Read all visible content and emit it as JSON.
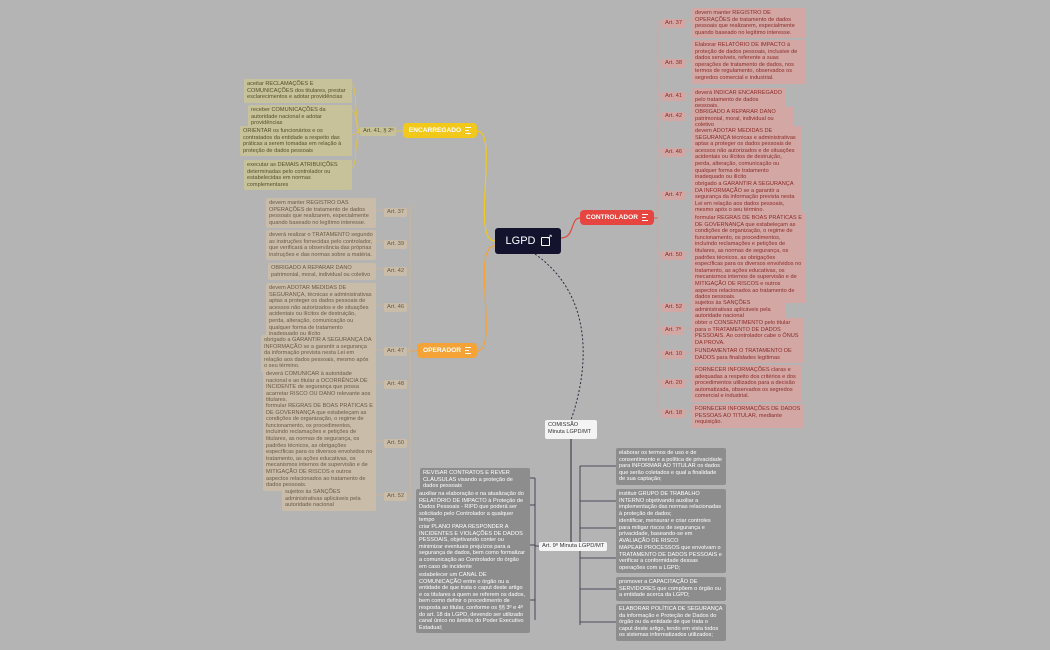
{
  "root": {
    "title": "LGPD",
    "icon": "external-link-icon"
  },
  "encarregado": {
    "label": "ENCARREGADO",
    "article": "Art. 41, § 2º",
    "items": [
      "aceitar RECLAMAÇÕES E COMUNICAÇÕES dos titulares, prestar esclarecimentos e adotar providências",
      "receber COMUNICAÇÕES da autoridade nacional e adotar providências",
      "ORIENTAR os funcionários e os contratados da entidade a respeito das práticas a serem tomadas em relação à proteção de dados pessoais",
      "executar as DEMAIS ATRIBUIÇÕES determinadas pelo controlador ou estabelecidas em normas complementares"
    ]
  },
  "operador": {
    "label": "OPERADOR",
    "items": [
      {
        "article": "Art. 37",
        "text": "devem manter REGISTRO DAS OPERAÇÕES de tratamento de dados pessoais que realizarem, especialmente quando baseado no legítimo interesse."
      },
      {
        "article": "Art. 39",
        "text": "deverá realizar o TRATAMENTO segundo as instruções fornecidas pelo controlador, que verificará a observância das próprias instruções e das normas sobre a matéria."
      },
      {
        "article": "Art. 42",
        "text": "OBRIGADO A REPARAR DANO patrimonial, moral, individual ou coletivo"
      },
      {
        "article": "Art. 46",
        "text": "devem ADOTAR MEDIDAS DE SEGURANÇA, técnicas e administrativas aptas a proteger os dados pessoais de acessos não autorizados e de situações acidentais ou ilícitos de destruição, perda, alteração, comunicação ou qualquer forma de tratamento inadequado ou ilícito"
      },
      {
        "article": "Art. 47",
        "text": "obrigado a GARANTIR A SEGURANÇA DA INFORMAÇÃO se a garantir a segurança da informação prevista nesta Lei em relação aos dados pessoais, mesmo após o seu término."
      },
      {
        "article": "Art. 48",
        "text": "deverá COMUNICAR à autoridade nacional e ao titular a OCORRÊNCIA DE INCIDENTE de segurança que possa acarretar RISCO OU DANO relevante aos titulares."
      },
      {
        "article": "Art. 50",
        "text": "formular REGRAS DE BOAS PRÁTICAS E DE GOVERNANÇA que estabeleçam as condições de organização, o regime de funcionamento, os procedimentos, incluindo reclamações e petições de titulares, as normas de segurança, os padrões técnicos, as obrigações específicas para os diversos envolvidos no tratamento, as ações educativas, os mecanismos internos de supervisão e de MITIGAÇÃO DE RISCOS e outros aspectos relacionados ao tratamento de dados pessoais."
      },
      {
        "article": "Art. 52",
        "text": "sujeitos às SANÇÕES administrativas aplicáveis pela autoridade nacional"
      }
    ]
  },
  "controlador": {
    "label": "CONTROLADOR",
    "items": [
      {
        "article": "Art. 37",
        "text": "devem manter REGISTRO DE OPERAÇÕES de tratamento de dados pessoais que realizarem, especialmente quando baseado no legítimo interesse."
      },
      {
        "article": "Art. 38",
        "text": "Elaborar RELATÓRIO DE IMPACTO à proteção de dados pessoais, inclusive de dados sensíveis, referente a suas operações de tratamento de dados, nos termos de regulamento, observados os segredos comercial e industrial."
      },
      {
        "article": "Art. 41",
        "text": "deverá INDICAR ENCARREGADO pelo tratamento de dados pessoais."
      },
      {
        "article": "Art. 42",
        "text": "OBRIGADO A REPARAR DANO patrimonial, moral, individual ou coletivo"
      },
      {
        "article": "Art. 46",
        "text": "devem ADOTAR MEDIDAS DE SEGURANÇA técnicas e administrativas aptas a proteger os dados pessoais de acessos não autorizados e de situações acidentais ou ilícitos de destruição, perda, alteração, comunicação ou qualquer forma de tratamento inadequado ou ilícito"
      },
      {
        "article": "Art. 47",
        "text": "obrigado a GARANTIR A SEGURANÇA DA INFORMAÇÃO se a garantir a segurança da informação prevista nesta Lei em relação aos dados pessoais, mesmo após o seu término."
      },
      {
        "article": "Art. 50",
        "text": "formular REGRAS DE BOAS PRÁTICAS E DE GOVERNANÇA que estabeleçam as condições de organização, o regime de funcionamento, os procedimentos, incluindo reclamações e petições de titulares, as normas de segurança, os padrões técnicos, as obrigações específicas para os diversos envolvidos no tratamento, as ações educativas, os mecanismos internos de supervisão e de MITIGAÇÃO DE RISCOS e outros aspectos relacionados ao tratamento de dados pessoais."
      },
      {
        "article": "Art. 52",
        "text": "sujeitos às SANÇÕES administrativas aplicáveis pela autoridade nacional"
      },
      {
        "article": "Art. 7º",
        "text": "obter o CONSENTIMENTO pelo titular para o TRATAMENTO DE DADOS PESSOAIS. Ao controlador cabe o ÔNUS DA PROVA."
      },
      {
        "article": "Art. 10",
        "text": "FUNDAMENTAR O TRATAMENTO DE DADOS para finalidades legítimas"
      },
      {
        "article": "Art. 20",
        "text": "FORNECER INFORMAÇÕES claras e adequadas a respeito dos critérios e dos procedimentos utilizados para a decisão automatizada, observados os segredos comercial e industrial."
      },
      {
        "article": "Art. 18",
        "text": "FORNECER INFORMAÇÕES DE DADOS PESSOAS AO TITULAR, mediante requisição."
      }
    ]
  },
  "comissao": {
    "label": "COMISSÃO Minuta LGPD/MT",
    "article": "Art. 9º Minuta LGPD/MT",
    "left_items": [
      "REVISAR CONTRATOS E REVER CLÁUSULAS visando a proteção de dados pessoais",
      "auxiliar na elaboração e na atualização do RELATÓRIO DE IMPACTO à Proteção de Dados Pessoais - RIPD que poderá ser solicitado pelo Controlador a qualquer tempo",
      "criar PLANO PARA RESPONDER A INCIDENTES E VIOLAÇÕES DE DADOS PESSOAIS, objetivando conter ou minimizar eventuais prejuízos para a segurança de dados, bem como formalizar a comunicação ao Controlador do órgão em caso de incidente",
      "estabelecer um CANAL DE COMUNICAÇÃO entre o órgão ou a entidade de que trata o caput deste artigo e os titulares a quem se referem os dados, bem como definir o procedimento de resposta ao titular, conforme os §§ 3º e 4º do art. 18 da LGPD, devendo ser utilizado canal único no âmbito do Poder Executivo Estadual;"
    ],
    "right_items": [
      "elaborar os termos de uso e de consentimento e a política de privacidade para INFORMAR AO TITULAR os dados que serão coletados e qual a finalidade de sua captação;",
      "instituir GRUPO DE TRABALHO INTERNO objetivando auxiliar a implementação das normas relacionadas à proteção de dados;",
      "identificar, mensurar e criar controles para mitigar riscos de segurança e privacidade, baseando-se em AVALIAÇÃO DE RISCO",
      "MAPEAR PROCESSOS que envolvam o TRATAMENTO DE DADOS PESSOAIS e verificar a conformidade dessas operações com a LGPD;",
      "promover a CAPACITAÇÃO DE SERVIDORES que compõem o órgão ou a entidade acerca da LGPD;",
      "ELABORAR POLÍTICA DE SEGURANÇA da informação e Proteção de Dados do órgão ou da entidade de que trata o caput deste artigo, tendo em vista todos os sistemas informatizados utilizados;"
    ]
  },
  "colors": {
    "background": "#b4b4b4",
    "root": "#13132d",
    "encarregado": "#f2c81a",
    "operador": "#f5a237",
    "controlador": "#e6463f",
    "comissao_lines": "#2a2a40"
  }
}
